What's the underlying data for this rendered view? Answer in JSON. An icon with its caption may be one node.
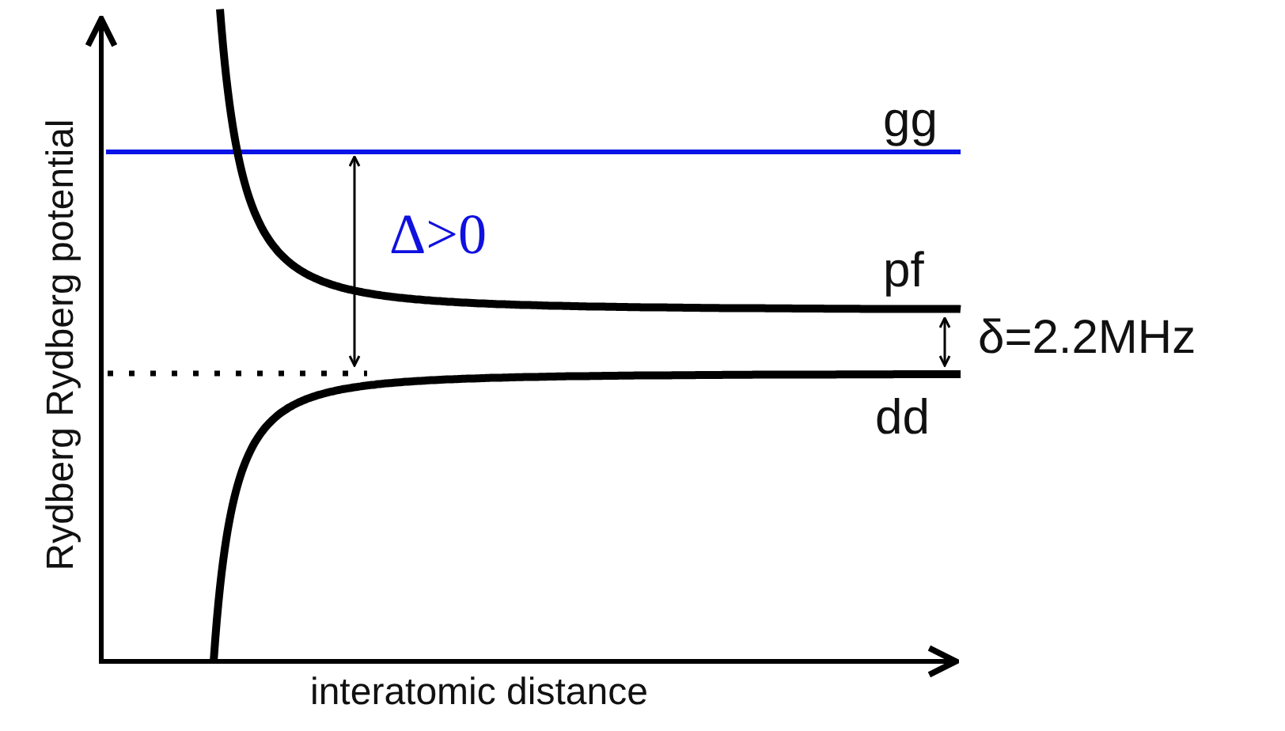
{
  "diagram": {
    "labels": [
      "gg",
      "Δ>0",
      "pf",
      "δ=2.2MHz",
      "dd",
      "Rydberg Rydberg potential",
      "interatomic distance"
    ]
  }
}
